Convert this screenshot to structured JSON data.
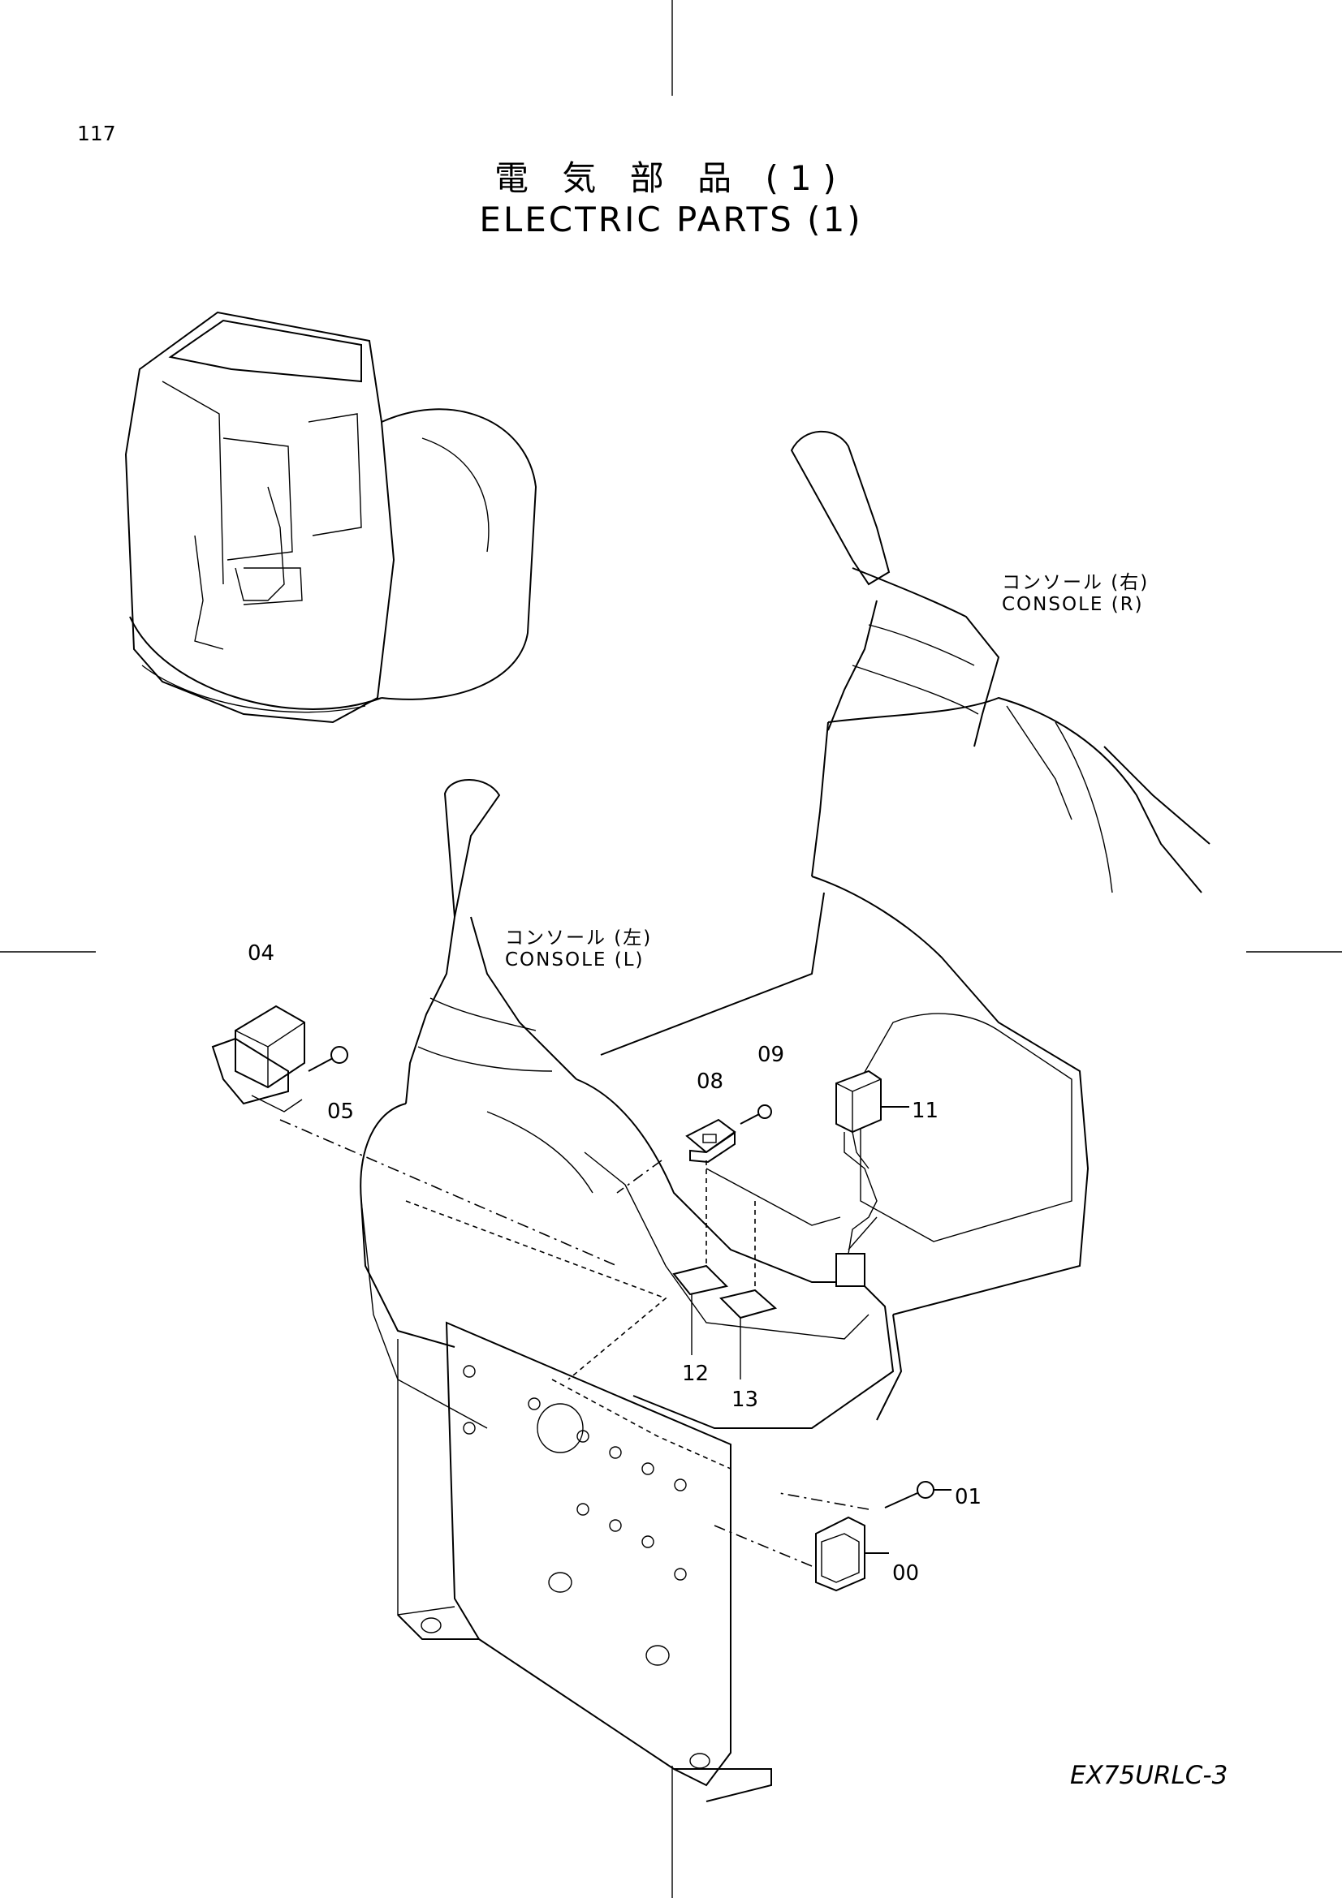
{
  "page": {
    "number": "117",
    "title_jp": "電 気 部 品 (1)",
    "title_en": "ELECTRIC PARTS (1)",
    "model_code": "EX75URLC-3"
  },
  "labels": {
    "console_right_jp": "コンソール (右)",
    "console_right_en": "CONSOLE (R)",
    "console_left_jp": "コンソール (左)",
    "console_left_en": "CONSOLE (L)"
  },
  "callouts": [
    "04",
    "05",
    "08",
    "09",
    "11",
    "12",
    "13",
    "01",
    "00"
  ]
}
